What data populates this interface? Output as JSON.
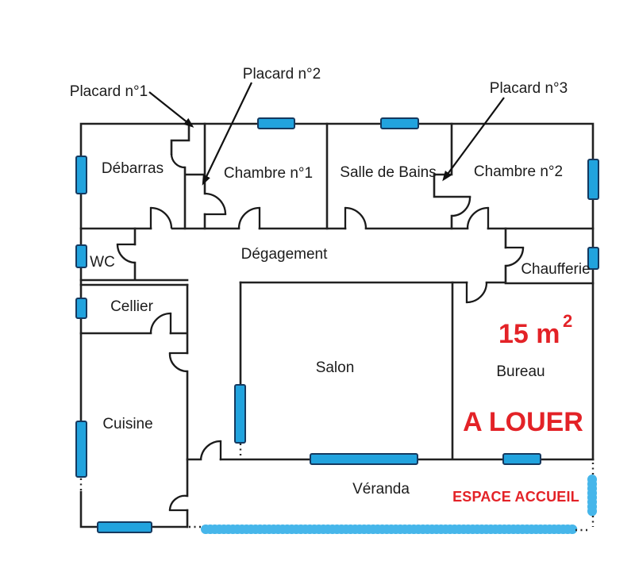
{
  "plan": {
    "rooms": [
      {
        "id": "debarras",
        "label": "Débarras"
      },
      {
        "id": "chambre-1",
        "label": "Chambre n°1"
      },
      {
        "id": "salle-de-bains",
        "label": "Salle de Bains"
      },
      {
        "id": "chambre-2",
        "label": "Chambre n°2"
      },
      {
        "id": "wc",
        "label": "WC"
      },
      {
        "id": "degagement",
        "label": "Dégagement"
      },
      {
        "id": "chaufferie",
        "label": "Chaufferie"
      },
      {
        "id": "cellier",
        "label": "Cellier"
      },
      {
        "id": "salon",
        "label": "Salon"
      },
      {
        "id": "bureau",
        "label": "Bureau"
      },
      {
        "id": "cuisine",
        "label": "Cuisine"
      },
      {
        "id": "veranda",
        "label": "Véranda"
      }
    ],
    "closets": [
      {
        "id": "placard-1",
        "label": "Placard n°1"
      },
      {
        "id": "placard-2",
        "label": "Placard n°2"
      },
      {
        "id": "placard-3",
        "label": "Placard n°3"
      }
    ],
    "office_area": {
      "value": "15 m",
      "exponent": "2"
    },
    "for_rent_label": "A LOUER",
    "reception_label": "ESPACE ACCUEIL"
  },
  "colors": {
    "wall": "#212121",
    "window_fill": "#21a3de",
    "window_stroke": "#15395f",
    "accent_red": "#e32227",
    "path_blue": "#46b6ea",
    "text": "#1c1c1c"
  }
}
